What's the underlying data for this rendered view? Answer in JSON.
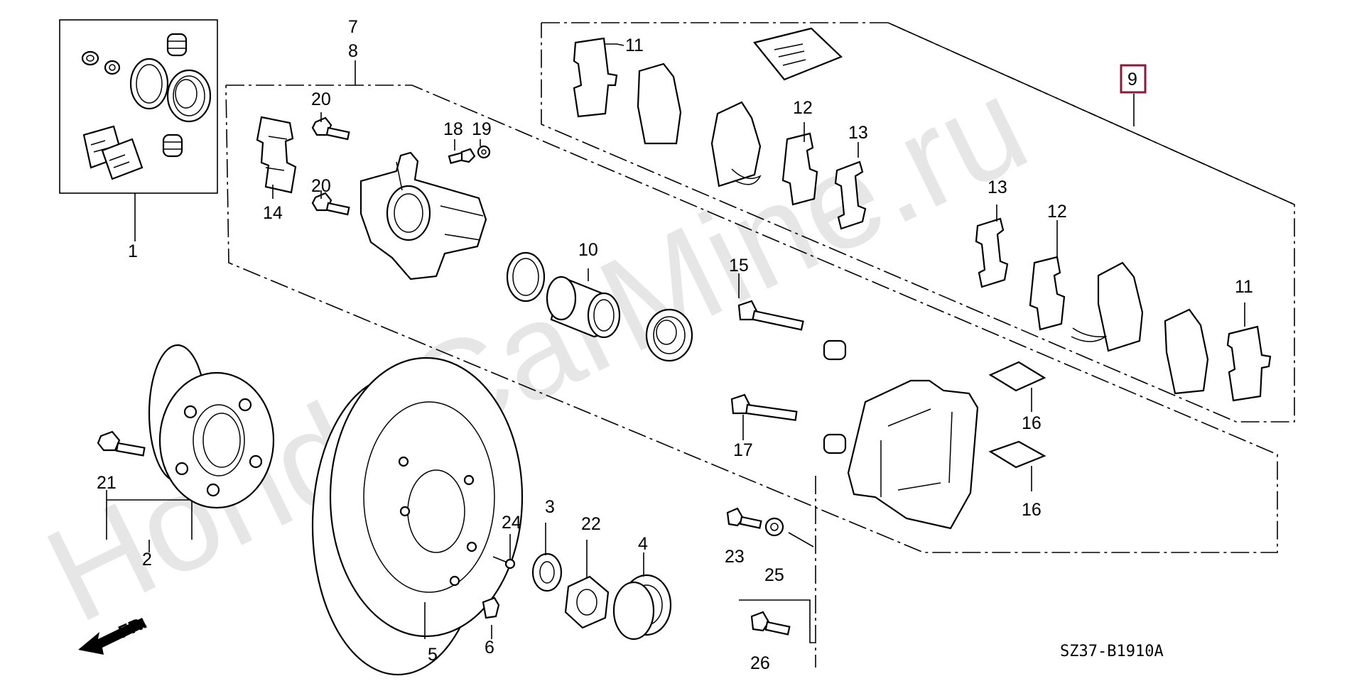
{
  "diagram": {
    "watermark": "HondaCarMine.ru",
    "code": "SZ37-B1910A",
    "direction_label": "FR.",
    "callouts": [
      "1",
      "2",
      "3",
      "4",
      "5",
      "6",
      "7",
      "8",
      "9",
      "10",
      "11",
      "12",
      "13",
      "14",
      "15",
      "16",
      "17",
      "18",
      "19",
      "20",
      "21",
      "22",
      "23",
      "24",
      "25",
      "26"
    ],
    "highlighted_callout": "9",
    "highlight_color": "#8b1a3a"
  }
}
